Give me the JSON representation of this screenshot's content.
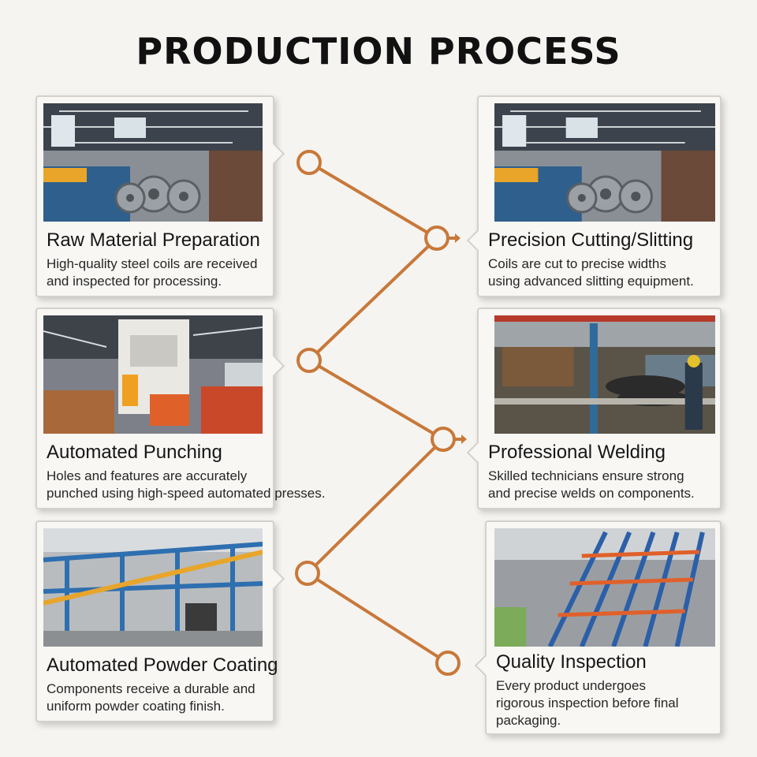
{
  "title": "PRODUCTION PROCESS",
  "colors": {
    "accent": "#c8783a",
    "background": "#f5f4f0",
    "card_border": "#d4d1cb"
  },
  "steps": [
    {
      "title": "Raw Material Preparation",
      "desc_lines": [
        "High-quality steel coils are received",
        "and inspected for processing."
      ],
      "photo": "steel-coil-warehouse-photo"
    },
    {
      "title": "Precision Cutting/Slitting",
      "desc_lines": [
        "Coils are cut to precise widths",
        "using advanced slitting equipment."
      ],
      "photo": "slitting-line-photo"
    },
    {
      "title": "Automated Punching",
      "desc_lines": [
        "Holes and features are accurately",
        "punched using high-speed automated presses."
      ],
      "photo": "punching-press-photo"
    },
    {
      "title": "Professional Welding",
      "desc_lines": [
        "Skilled technicians ensure strong",
        "and precise welds on components."
      ],
      "photo": "welding-workshop-photo"
    },
    {
      "title": "Automated Powder Coating",
      "desc_lines": [
        "Components receive a durable and",
        "uniform powder coating finish."
      ],
      "photo": "powder-coating-line-photo"
    },
    {
      "title": "Quality Inspection",
      "desc_lines": [
        "Every product undergoes",
        "rigorous inspection before final",
        "packaging."
      ],
      "photo": "racking-inspection-photo"
    }
  ]
}
